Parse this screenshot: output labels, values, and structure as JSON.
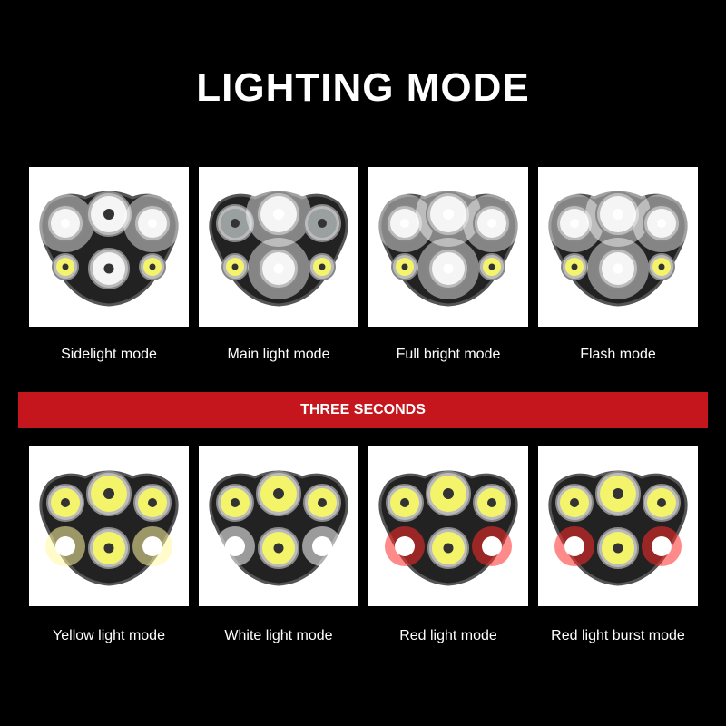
{
  "title": "LIGHTING MODE",
  "banner": "THREE SECONDS",
  "top_modes": [
    {
      "label": "Sidelight mode",
      "lit": [
        "tl",
        "tc",
        "tr",
        "bl",
        "bc",
        "br"
      ],
      "glow": [
        "tl",
        "tr"
      ],
      "tint": "#ffffff"
    },
    {
      "label": "Main light mode",
      "lit": [
        "tc",
        "bc"
      ],
      "glow": [
        "tc",
        "bc"
      ],
      "tint": "#ffffff"
    },
    {
      "label": "Full bright mode",
      "lit": [
        "tl",
        "tc",
        "tr",
        "bc",
        "bl",
        "br"
      ],
      "glow": [
        "tl",
        "tc",
        "tr",
        "bc"
      ],
      "tint": "#ffffff"
    },
    {
      "label": "Flash mode",
      "lit": [
        "tl",
        "tc",
        "tr",
        "bc",
        "bl"
      ],
      "glow": [
        "tl",
        "tc",
        "tr",
        "bc"
      ],
      "tint": "#ffffff"
    }
  ],
  "bottom_modes": [
    {
      "label": "Yellow light mode",
      "side_color": "#fff7a0"
    },
    {
      "label": "White light mode",
      "side_color": "#ffffff"
    },
    {
      "label": "Red light mode",
      "side_color": "#ff2a2a"
    },
    {
      "label": "Red light burst mode",
      "side_color": "#ff2a2a"
    }
  ],
  "colors": {
    "banner": "#c4161c",
    "background": "#000000",
    "led_yellow": "#f4f46a"
  }
}
